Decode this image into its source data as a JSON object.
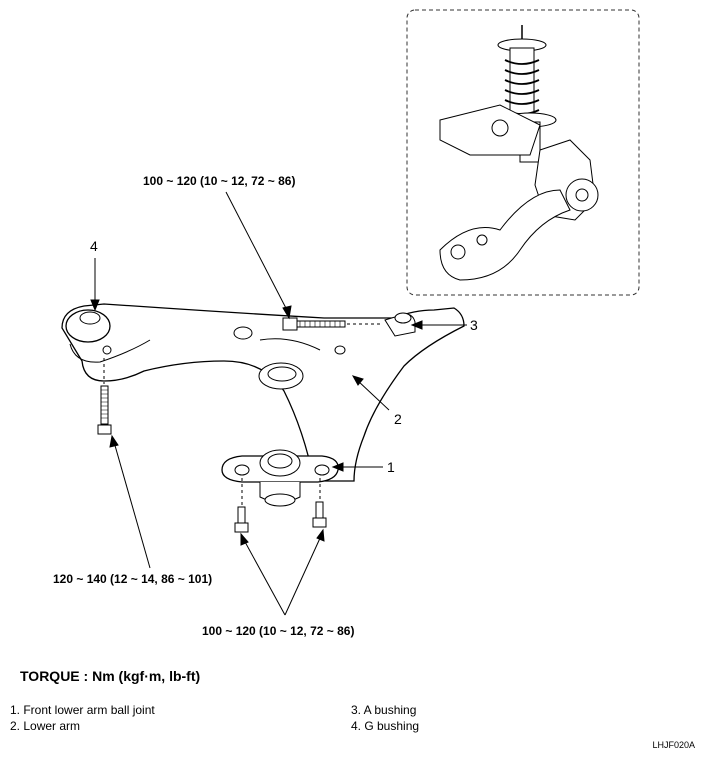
{
  "torques": {
    "top_bolt": "100 ~ 120 (10 ~ 12, 72 ~ 86)",
    "left_bolt": "120 ~ 140 (12 ~ 14, 86 ~ 101)",
    "bottom_bolts": "100 ~ 120 (10 ~ 12, 72 ~ 86)"
  },
  "callouts": {
    "c1": "1",
    "c2": "2",
    "c3": "3",
    "c4": "4"
  },
  "torque_heading": "TORQUE : Nm (kgf·m, lb-ft)",
  "legend": [
    "1.  Front lower arm ball joint",
    "2.  Lower arm",
    "3.  A bushing",
    "4.  G bushing"
  ],
  "figure_code": "LHJF020A"
}
